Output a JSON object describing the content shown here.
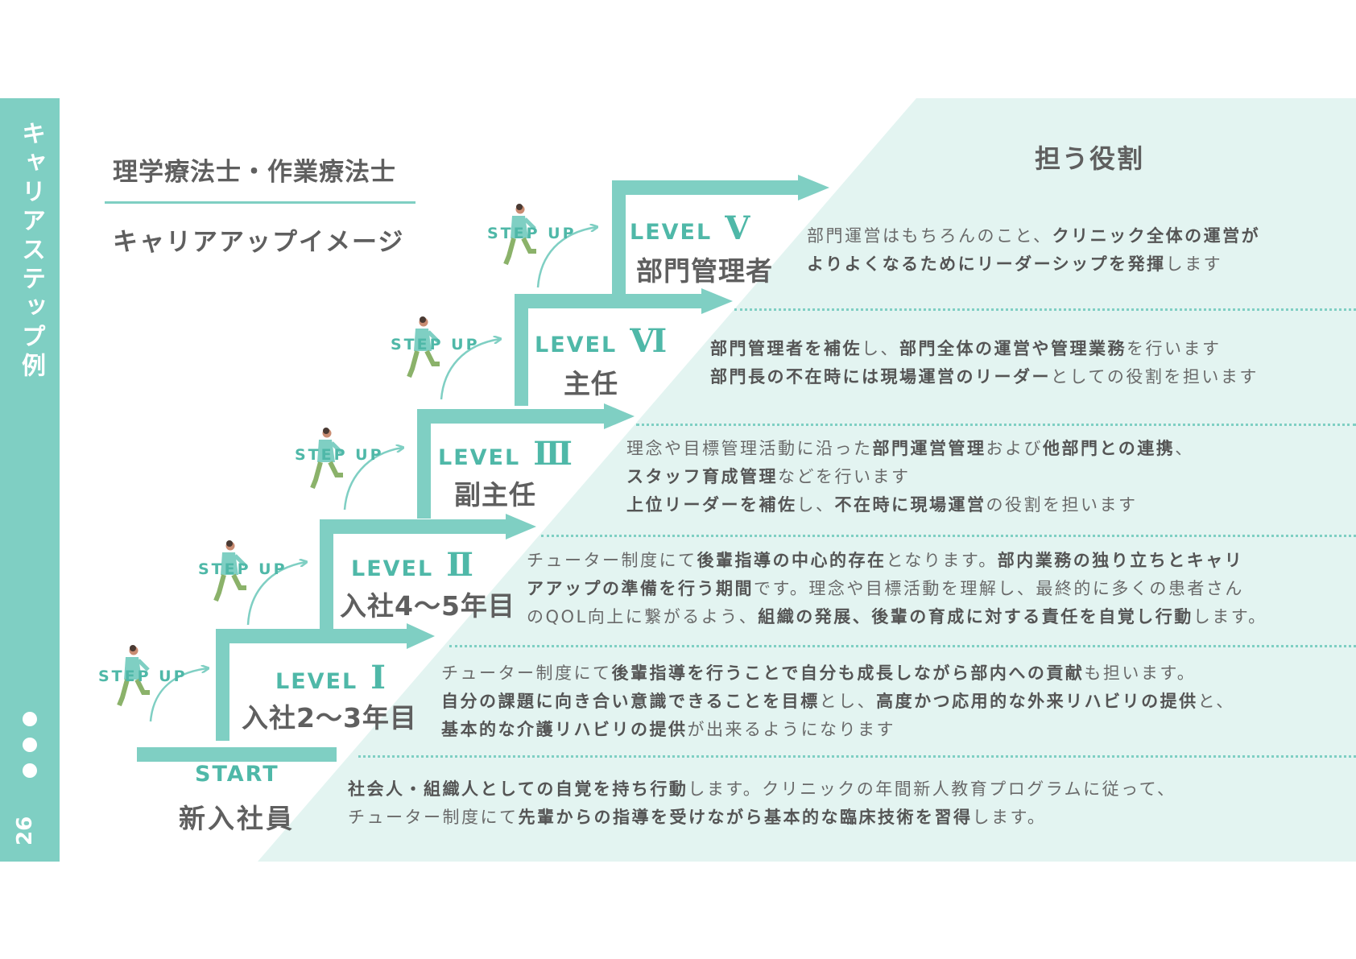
{
  "colors": {
    "accent": "#7fcfc3",
    "accent_dark": "#4fb8a8",
    "bg_tint": "#e3f4f1",
    "text": "#5f5f5f"
  },
  "side": {
    "title": "キャリアステップ例",
    "page_number": "26",
    "dots_icon": "three-dots-icon"
  },
  "header": {
    "title": "理学療法士・作業療法士",
    "subtitle": "キャリアアップイメージ"
  },
  "roles_heading": "担う役割",
  "step_up_label": "STEP UP",
  "start": {
    "label": "START",
    "position": "新入社員"
  },
  "levels": [
    {
      "label": "LEVEL",
      "numeral": "Ⅰ",
      "position": "入社2～3年目"
    },
    {
      "label": "LEVEL",
      "numeral": "Ⅱ",
      "position": "入社4～5年目"
    },
    {
      "label": "LEVEL",
      "numeral": "Ⅲ",
      "position": "副主任"
    },
    {
      "label": "LEVEL",
      "numeral": "Ⅵ",
      "position": "主任"
    },
    {
      "label": "LEVEL",
      "numeral": "Ⅴ",
      "position": "部門管理者"
    }
  ],
  "descriptions": {
    "start": [
      [
        {
          "t": "社会人・組織人としての自覚を持ち行動",
          "b": true
        },
        {
          "t": "します。クリニックの年間新人教育プログラムに従って、",
          "b": false
        }
      ],
      [
        {
          "t": "チューター制度にて",
          "b": false
        },
        {
          "t": "先輩からの指導を受けながら基本的な臨床技術を習得",
          "b": true
        },
        {
          "t": "します。",
          "b": false
        }
      ]
    ],
    "level1": [
      [
        {
          "t": "チューター制度にて",
          "b": false
        },
        {
          "t": "後輩指導を行うことで自分も成長しながら部内への貢献",
          "b": true
        },
        {
          "t": "も担います。",
          "b": false
        }
      ],
      [
        {
          "t": "自分の課題に向き合い意識できることを目標",
          "b": true
        },
        {
          "t": "とし、",
          "b": false
        },
        {
          "t": "高度かつ応用的な外来リハビリの提供",
          "b": true
        },
        {
          "t": "と、",
          "b": false
        }
      ],
      [
        {
          "t": "基本的な介護リハビリの提供",
          "b": true
        },
        {
          "t": "が出来るようになります",
          "b": false
        }
      ]
    ],
    "level2": [
      [
        {
          "t": "チューター制度にて",
          "b": false
        },
        {
          "t": "後輩指導の中心的存在",
          "b": true
        },
        {
          "t": "となります。",
          "b": false
        },
        {
          "t": "部内業務の独り立ちとキャリ",
          "b": true
        }
      ],
      [
        {
          "t": "アアップの準備を行う期間",
          "b": true
        },
        {
          "t": "です。理念や目標活動を理解し、最終的に多くの患者さん",
          "b": false
        }
      ],
      [
        {
          "t": "のQOL向上に繋がるよう、",
          "b": false
        },
        {
          "t": "組織の発展、後輩の育成に対する責任を自覚し行動",
          "b": true
        },
        {
          "t": "します。",
          "b": false
        }
      ]
    ],
    "level3": [
      [
        {
          "t": "理念や目標管理活動に沿った",
          "b": false
        },
        {
          "t": "部門運営管理",
          "b": true
        },
        {
          "t": "および",
          "b": false
        },
        {
          "t": "他部門との連携",
          "b": true
        },
        {
          "t": "、",
          "b": false
        }
      ],
      [
        {
          "t": "スタッフ育成管理",
          "b": true
        },
        {
          "t": "などを行います",
          "b": false
        }
      ],
      [
        {
          "t": "上位リーダーを補佐",
          "b": true
        },
        {
          "t": "し、",
          "b": false
        },
        {
          "t": "不在時に現場運営",
          "b": true
        },
        {
          "t": "の役割を担います",
          "b": false
        }
      ]
    ],
    "level4": [
      [
        {
          "t": "部門管理者を補佐",
          "b": true
        },
        {
          "t": "し、",
          "b": false
        },
        {
          "t": "部門全体の運営や管理業務",
          "b": true
        },
        {
          "t": "を行います",
          "b": false
        }
      ],
      [
        {
          "t": "部門長の不在時には現場運営のリーダー",
          "b": true
        },
        {
          "t": "としての役割を担います",
          "b": false
        }
      ]
    ],
    "level5": [
      [
        {
          "t": "部門運営はもちろんのこと、",
          "b": false
        },
        {
          "t": "クリニック全体の運営が",
          "b": true
        }
      ],
      [
        {
          "t": "よりよくなるためにリーダーシップを発揮",
          "b": true
        },
        {
          "t": "します",
          "b": false
        }
      ]
    ]
  }
}
